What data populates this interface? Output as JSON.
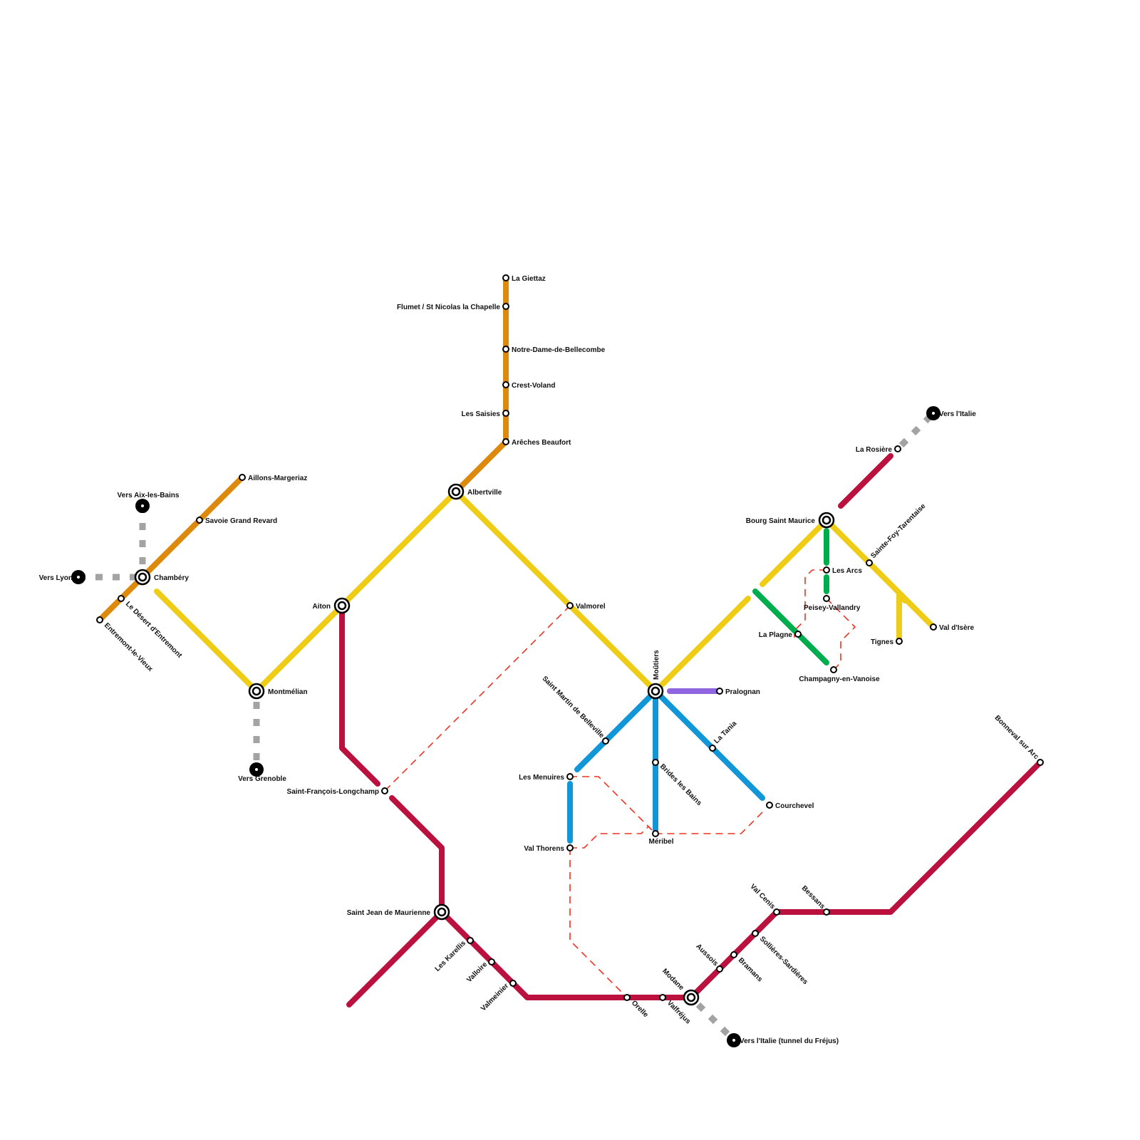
{
  "colors": {
    "yellow": "#efcd16",
    "orange": "#dd8a0c",
    "red": "#bb113e",
    "blue": "#1196d8",
    "green": "#00ad4e",
    "purple": "#9065e0",
    "grey": "#a3a3a3",
    "dashed": "#ee3322",
    "station_stroke": "#000000"
  },
  "lines": {
    "orange_chambery": "orange",
    "orange_beaufortain": "orange",
    "yellow_main": "yellow",
    "yellow_bourg": "yellow",
    "yellow_tignes": "yellow",
    "yellow_montmelian_west": "yellow",
    "red_maurienne": "red",
    "red_rosiere": "red",
    "blue_vallees": "blue",
    "green_plagne": "green",
    "purple_pralognan": "purple",
    "grey_connections": "grey",
    "dashed_links": "dashed"
  },
  "stations": {
    "la_giettaz": "La Giettaz",
    "flumet": "Flumet / St Nicolas la Chapelle",
    "notre_dame": "Notre-Dame-de-Bellecombe",
    "crest_voland": "Crest-Voland",
    "les_saisies": "Les Saisies",
    "areches": "Arêches Beaufort",
    "albertville": "Albertville",
    "aillons": "Aillons-Margeriaz",
    "savoie_grand_revard": "Savoie Grand Revard",
    "vers_aix": "Vers Aix-les-Bains",
    "vers_lyon": "Vers Lyon",
    "chambery": "Chambéry",
    "desert": "Le Désert d'Entremont",
    "entremont": "Entremont-le-Vieux",
    "aiton": "Aiton",
    "montmelian": "Montmélian",
    "vers_grenoble": "Vers Grenoble",
    "valmorel": "Valmorel",
    "moutiers": "Moûtiers",
    "pralognan": "Pralognan",
    "saint_martin": "Saint Martin de Belleville",
    "la_tania": "La Tania",
    "brides": "Brides les Bains",
    "les_menuires": "Les Menuires",
    "val_thorens": "Val Thorens",
    "meribel": "Méribel",
    "courchevel": "Courchevel",
    "saint_francois": "Saint-François-Longchamp",
    "saint_jean": "Saint Jean de Maurienne",
    "les_karellis": "Les Karellis",
    "valloire": "Valloire",
    "valmeinier": "Valmeinier",
    "orelle": "Orelle",
    "valfrejus": "Valfréjus",
    "modane": "Modane",
    "vers_italie_frejus": "Vers l'Italie (tunnel du Fréjus)",
    "aussois": "Aussois",
    "bramans": "Bramans",
    "sollieres": "Sollières-Sardières",
    "val_cenis": "Val Cenis",
    "bessans": "Bessans",
    "bonneval": "Bonneval sur Arc",
    "bourg_saint_maurice": "Bourg Saint Maurice",
    "les_arcs": "Les Arcs",
    "peisey": "Peisey-Vallandry",
    "la_plagne": "La Plagne",
    "champagny": "Champagny-en-Vanoise",
    "sainte_foy": "Sainte-Foy-Tarentaise",
    "la_rosiere": "La Rosière",
    "vers_italie": "Vers l'Italie",
    "tignes": "Tignes",
    "val_isere": "Val d'Isère"
  }
}
